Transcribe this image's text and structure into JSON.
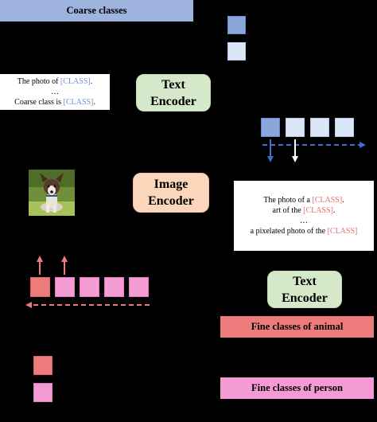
{
  "coarse_banner": "Coarse classes",
  "text_encoder_top": [
    "Text",
    "Encoder"
  ],
  "image_encoder": [
    "Image",
    "Encoder"
  ],
  "text_encoder_bottom": [
    "Text",
    "Encoder"
  ],
  "coarse_prompt": {
    "line1_prefix": "The photo of ",
    "line1_class": "[CLASS]",
    "line1_suffix": ".",
    "ellipsis": "…",
    "line2_prefix": "Coarse class is ",
    "line2_class": "[CLASS]",
    "line2_suffix": "."
  },
  "fine_prompt": {
    "line1_prefix": "The photo of a ",
    "line1_class": "[CLASS]",
    "line1_suffix": ".",
    "line2_prefix": "art of the ",
    "line2_class": "[CLASS]",
    "line2_suffix": ".",
    "ellipsis": "…",
    "line3_prefix": "a pixelated photo of the ",
    "line3_class": "[CLASS]",
    "line3_suffix": ""
  },
  "fine_animal_banner": "Fine classes of animal",
  "fine_person_banner": "Fine classes of person",
  "colors": {
    "coarse_blue": "#9fb3df",
    "fine_red": "#ee7b7b",
    "fine_pink": "#f59bd3",
    "encoder_green": "#d5e8c9",
    "encoder_peach": "#fbd6bb"
  }
}
